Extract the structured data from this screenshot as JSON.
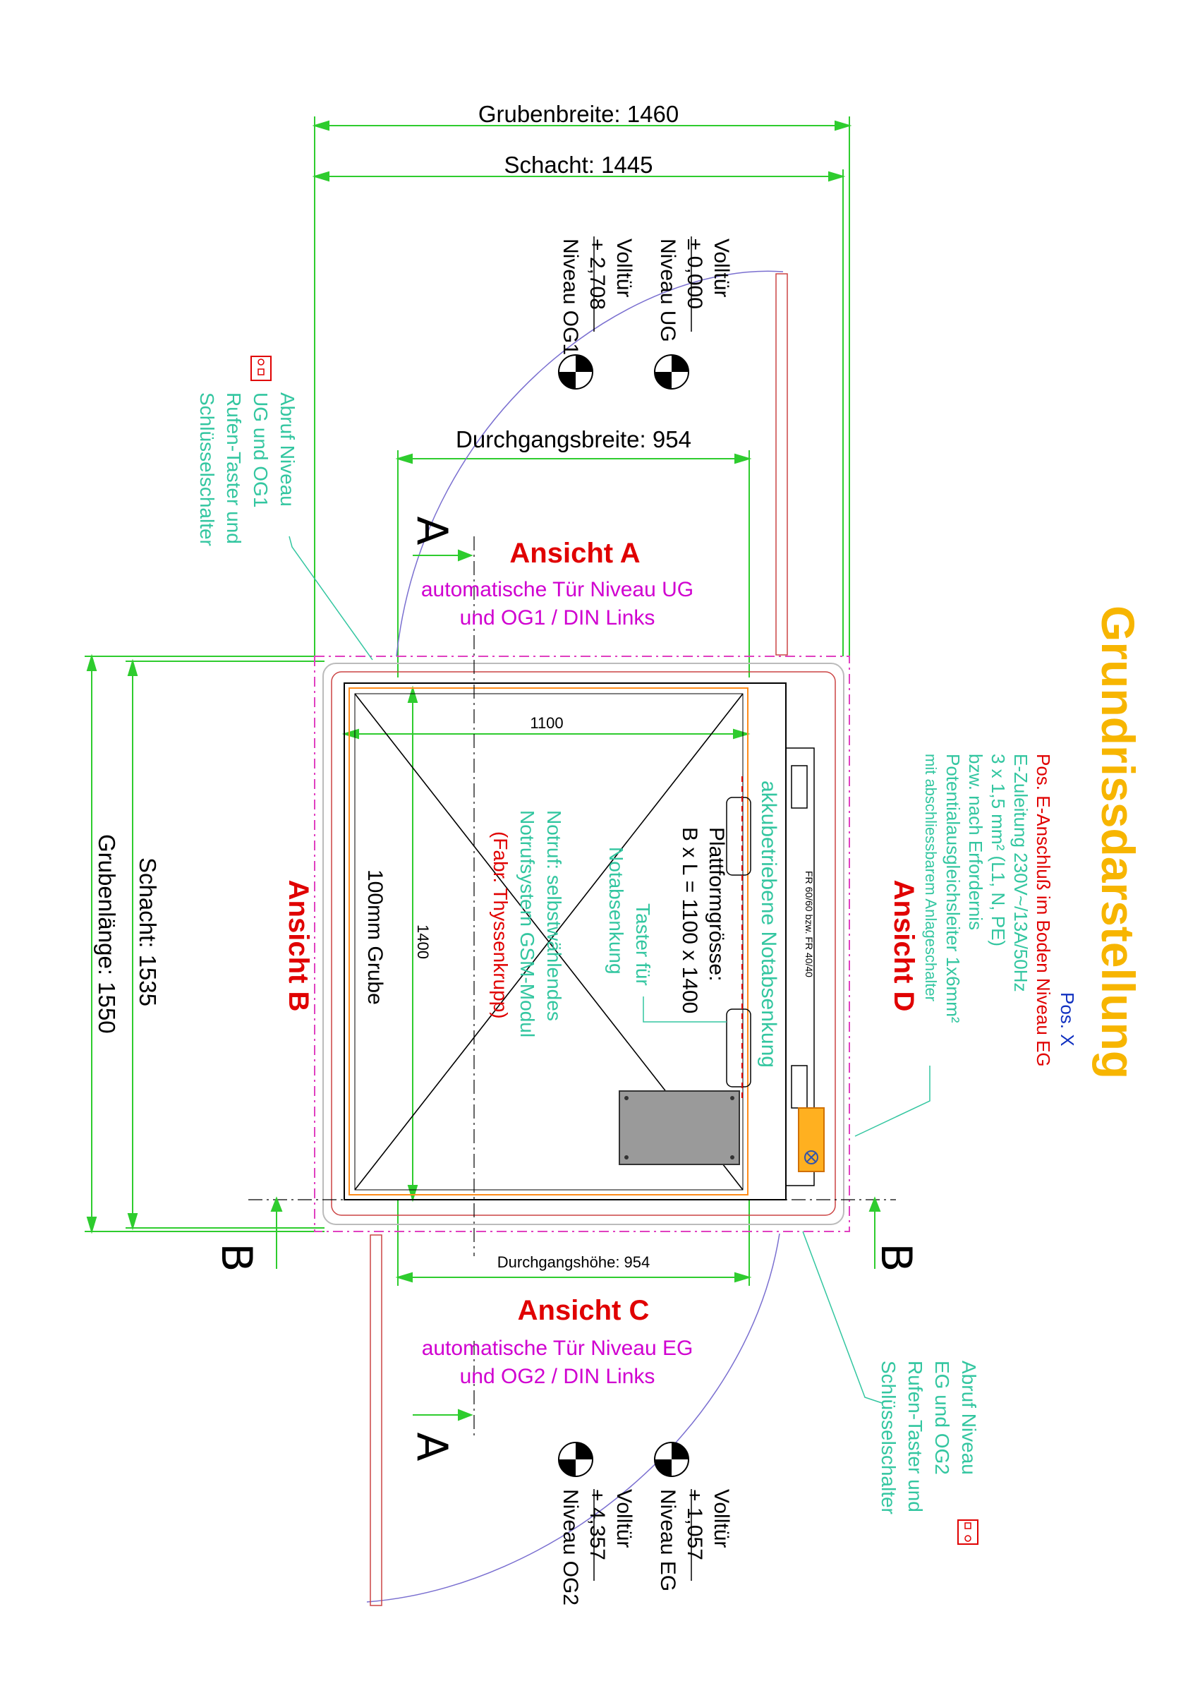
{
  "title": "Grundrissdarstellung",
  "dimensions": {
    "grubenbreite": "Grubenbreite: 1460",
    "schacht_width": "Schacht: 1445",
    "durchgangsbreite": "Durchgangsbreite: 954",
    "durchgangshoehe": "Durchgangshöhe: 954",
    "platform_width": "1100",
    "platform_length": "1400",
    "schacht_length": "Schacht: 1535",
    "grubenlaenge": "Grubenlänge: 1550"
  },
  "views": {
    "a": "Ansicht A",
    "b": "Ansicht B",
    "c": "Ansicht C",
    "d": "Ansicht D"
  },
  "doors": {
    "a_line1": "automatische Tür Niveau UG",
    "a_line2": "und OG1 /  DIN Links",
    "c_line1": "automatische Tür Niveau EG",
    "c_line2": "und OG2 /  DIN Links"
  },
  "section_marks": {
    "a": "A",
    "b": "B"
  },
  "levels": [
    {
      "line1": "Volltür",
      "line2": "± 0,000",
      "line3": "Niveau UG"
    },
    {
      "line1": "Volltür",
      "line2": "+ 2,708",
      "line3": "Niveau OG1"
    },
    {
      "line1": "Volltür",
      "line2": "+ 1,057",
      "line3": "Niveau EG"
    },
    {
      "line1": "Volltür",
      "line2": "+ 4,357",
      "line3": "Niveau OG2"
    }
  ],
  "call_top": {
    "line1": "Abruf Niveau",
    "line2": "UG und OG1",
    "line3": "Rufen-Taster und",
    "line4": "Schlüsselschalter"
  },
  "call_bottom": {
    "line1": "Abruf Niveau",
    "line2": "EG und OG2",
    "line3": "Rufen-Taster und",
    "line4": "Schlüsselschalter"
  },
  "platform": {
    "line1": "Plattformgrösse:",
    "line2": "B x L = 1100 x 1400"
  },
  "battery": "akkubetriebene Notabsenkung",
  "taster": {
    "line1": "Taster für",
    "line2": "Notabsenkung"
  },
  "pit": "100mm Grube",
  "emergency_call": {
    "line1": "Notruf: selbstwählendes",
    "line2": "Notrufsystem GSM-Modul",
    "line3": "(Fabr. Thyssenkrupp)"
  },
  "fire_rating": "FR 60/60 bzw. FR 40/40",
  "electrical": {
    "pos_label": "Pos. X",
    "header": "Pos. E-Anschluß im Boden Niveau EG",
    "line1": "E-Zuleitung 230V~/13A/50Hz",
    "line2": "3 x 1,5 mm² (L1, N, PE)",
    "line3": "bzw. nach Erfordernis",
    "line4": "Potentialausgleichsleiter 1x6mm²",
    "line5": "mit abschliessbarem Anlageschalter"
  },
  "colors": {
    "dimension_green": "#2ecc2e",
    "shaft_magenta": "#e040c0",
    "platform_orange": "#ff8c1a",
    "title_orange": "#f7b500",
    "view_red": "#e00000",
    "note_cyan": "#33c6a0",
    "door_magenta": "#d000d0",
    "arc_purple": "#7a6fd0"
  }
}
